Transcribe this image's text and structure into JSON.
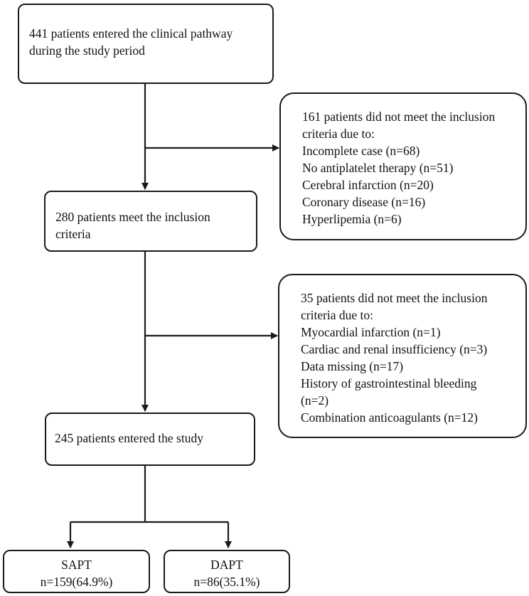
{
  "flowchart": {
    "entry_box": {
      "lines": [
        "441 patients entered the clinical pathway",
        "during the study period"
      ]
    },
    "exclusion_box_1": {
      "lines": [
        "161 patients did not meet the inclusion",
        "criteria due to:",
        "Incomplete case (n=68)",
        "No antiplatelet therapy (n=51)",
        "Cerebral infarction (n=20)",
        "Coronary disease (n=16)",
        "Hyperlipemia (n=6)"
      ]
    },
    "inclusion_box": {
      "lines": [
        "280 patients meet the inclusion",
        "criteria"
      ]
    },
    "exclusion_box_2": {
      "lines": [
        "35 patients did not meet the inclusion",
        "criteria due to:",
        "Myocardial infarction (n=1)",
        "Cardiac and renal insufficiency (n=3)",
        "Data missing (n=17)",
        "History of gastrointestinal bleeding",
        "(n=2)",
        "Combination anticoagulants (n=12)"
      ]
    },
    "study_box": {
      "lines": [
        "245 patients entered the study"
      ]
    },
    "sapt_box": {
      "lines": [
        "SAPT",
        "n=159(64.9%)"
      ]
    },
    "dapt_box": {
      "lines": [
        "DAPT",
        "n=86(35.1%)"
      ]
    }
  },
  "colors": {
    "stroke": "#1a1a1a",
    "text": "#111111",
    "background": "#ffffff"
  }
}
